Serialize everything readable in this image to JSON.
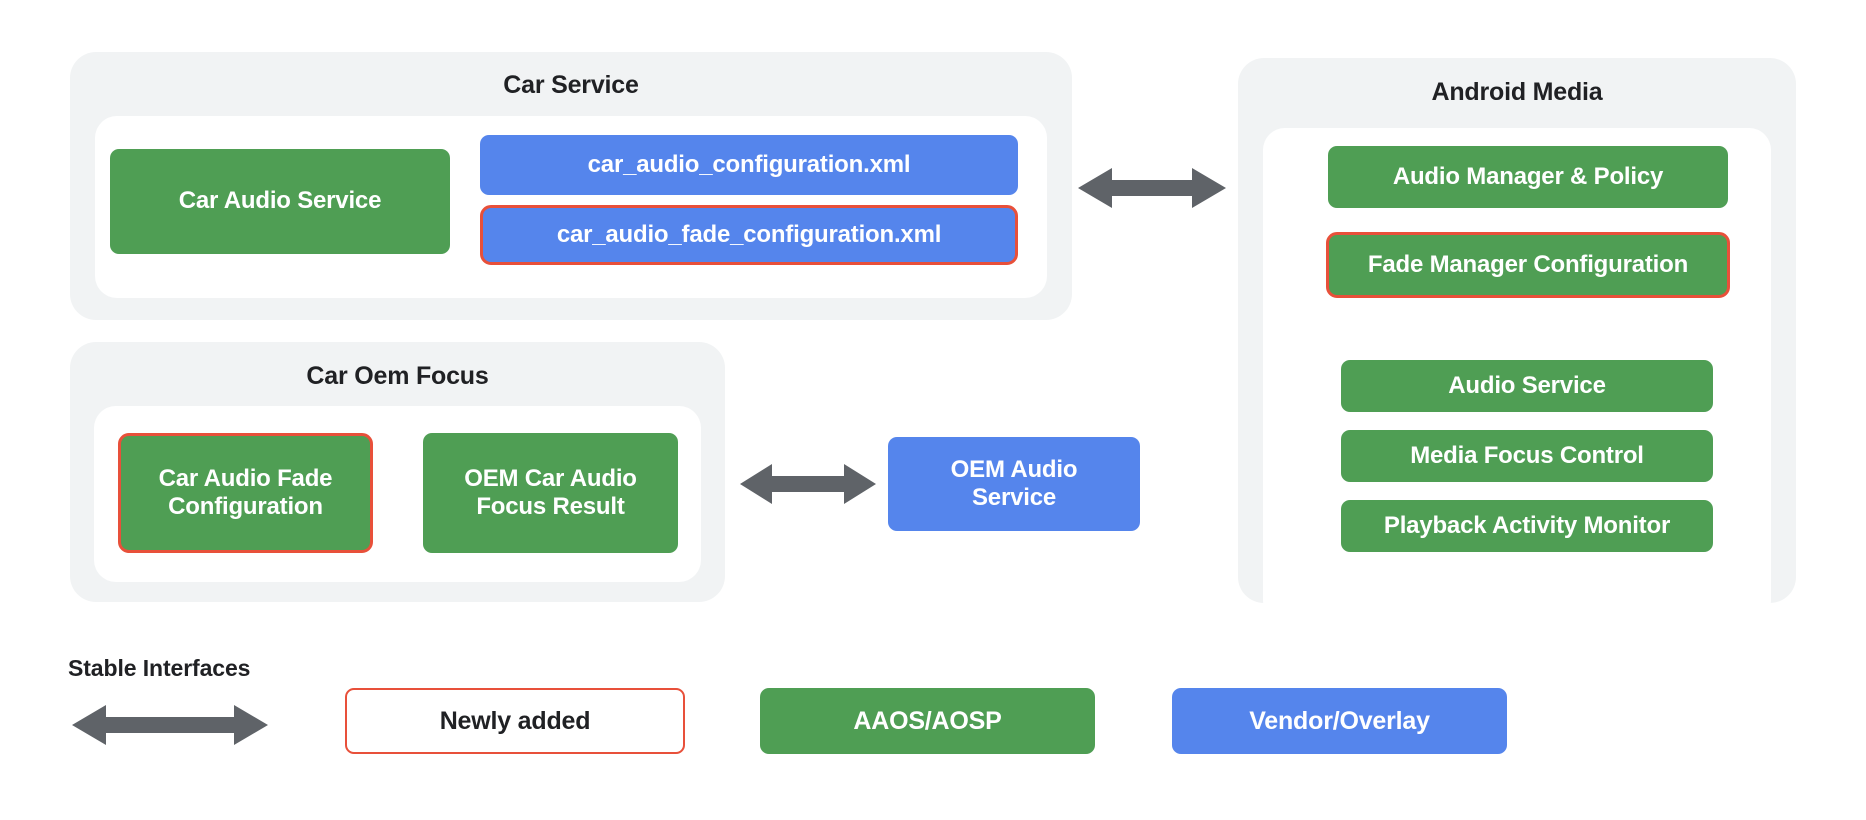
{
  "diagram": {
    "title_colors": {
      "green_aaos": "#4f9e54",
      "blue_vendor": "#5585ec",
      "highlight_red": "#e8503a",
      "panel_grey": "#f1f3f4",
      "arrow_grey": "#5f6368",
      "text_dark": "#202124"
    },
    "groups": [
      {
        "id": "car-service",
        "title": "Car Service",
        "nodes": [
          {
            "id": "car-audio-service",
            "label": "Car Audio Service",
            "kind": "green",
            "highlight": false
          },
          {
            "id": "car-audio-configuration-xml",
            "label": "car_audio_configuration.xml",
            "kind": "blue",
            "highlight": false
          },
          {
            "id": "car-audio-fade-configuration-xml",
            "label": "car_audio_fade_configuration.xml",
            "kind": "blue",
            "highlight": true
          }
        ]
      },
      {
        "id": "car-oem-focus",
        "title": "Car Oem Focus",
        "nodes": [
          {
            "id": "car-audio-fade-configuration",
            "label": "Car Audio Fade Configuration",
            "kind": "green",
            "highlight": true
          },
          {
            "id": "oem-car-audio-focus-result",
            "label": "OEM Car Audio Focus Result",
            "kind": "green",
            "highlight": false
          }
        ]
      },
      {
        "id": "android-media",
        "title": "Android Media",
        "nodes": [
          {
            "id": "audio-manager-policy",
            "label": "Audio Manager & Policy",
            "kind": "green",
            "highlight": false
          },
          {
            "id": "fade-manager-configuration",
            "label": "Fade Manager Configuration",
            "kind": "green",
            "highlight": true
          },
          {
            "id": "audio-service",
            "label": "Audio Service",
            "kind": "green",
            "highlight": false
          },
          {
            "id": "media-focus-control",
            "label": "Media Focus Control",
            "kind": "green",
            "highlight": false
          },
          {
            "id": "playback-activity-monitor",
            "label": "Playback Activity Monitor",
            "kind": "green",
            "highlight": false
          }
        ]
      }
    ],
    "standalone_nodes": [
      {
        "id": "oem-audio-service",
        "label": "OEM Audio\nService",
        "line1": "OEM Audio",
        "line2": "Service",
        "kind": "blue",
        "highlight": false
      }
    ],
    "connectors": [
      {
        "id": "car-service-to-android-media",
        "type": "double-arrow"
      },
      {
        "id": "car-oem-focus-to-oem-audio-service",
        "type": "double-arrow"
      }
    ],
    "legend": {
      "stable_interfaces_label": "Stable Interfaces",
      "items": [
        {
          "id": "newly-added",
          "label": "Newly added",
          "kind": "outline"
        },
        {
          "id": "aaos-aosp",
          "label": "AAOS/AOSP",
          "kind": "green"
        },
        {
          "id": "vendor-overlay",
          "label": "Vendor/Overlay",
          "kind": "blue"
        }
      ]
    }
  }
}
